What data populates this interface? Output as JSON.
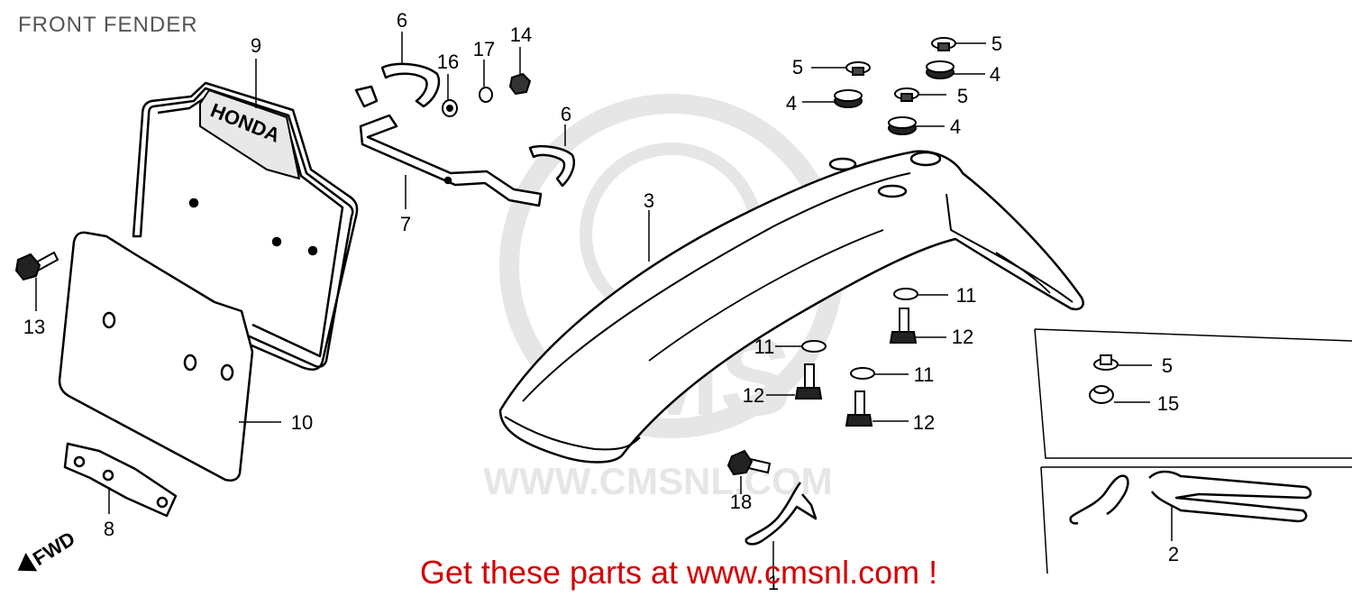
{
  "title": "FRONT FENDER",
  "promo": "Get these parts at www.cmsnl.com !",
  "watermark": "WWW.CMSNL.COM",
  "watermark_logo": "CMS",
  "brand_mark": "HONDA",
  "direction_label": "FWD",
  "callouts": {
    "c1": "1",
    "c2": "2",
    "c3": "3",
    "c4a": "4",
    "c4b": "4",
    "c4c": "4",
    "c5a": "5",
    "c5b": "5",
    "c5c": "5",
    "c5d": "5",
    "c6a": "6",
    "c6b": "6",
    "c7": "7",
    "c8": "8",
    "c9": "9",
    "c10": "10",
    "c11a": "11",
    "c11b": "11",
    "c11c": "11",
    "c12a": "12",
    "c12b": "12",
    "c12c": "12",
    "c13": "13",
    "c14": "14",
    "c15": "15",
    "c16": "16",
    "c17": "17",
    "c18": "18"
  },
  "colors": {
    "ink": "#000000",
    "promo": "#d40000",
    "watermark": "#e6e6e6",
    "title": "#555555"
  }
}
